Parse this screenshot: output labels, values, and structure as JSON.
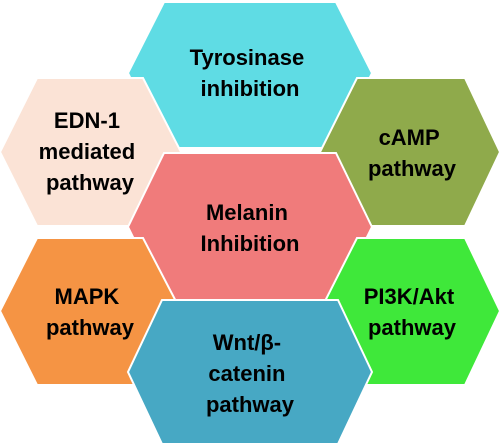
{
  "hexagons": [
    {
      "key": "tyrosinase",
      "lines": [
        "Tyrosinase",
        "inhibition"
      ],
      "color": "#5fdce4"
    },
    {
      "key": "edn1",
      "lines": [
        "EDN-1",
        "mediated",
        "pathway"
      ],
      "color": "#fbe3d6"
    },
    {
      "key": "camp",
      "lines": [
        "cAMP",
        "pathway"
      ],
      "color": "#8faa4b"
    },
    {
      "key": "melanin",
      "lines": [
        "Melanin",
        "Inhibition"
      ],
      "color": "#f07b7b"
    },
    {
      "key": "mapk",
      "lines": [
        "MAPK",
        "pathway"
      ],
      "color": "#f59444"
    },
    {
      "key": "pi3k",
      "lines": [
        "PI3K/Akt",
        "pathway"
      ],
      "color": "#3fe83a"
    },
    {
      "key": "wnt",
      "lines": [
        "Wnt/β-",
        "catenin",
        "pathway"
      ],
      "color": "#47a8c4"
    }
  ]
}
